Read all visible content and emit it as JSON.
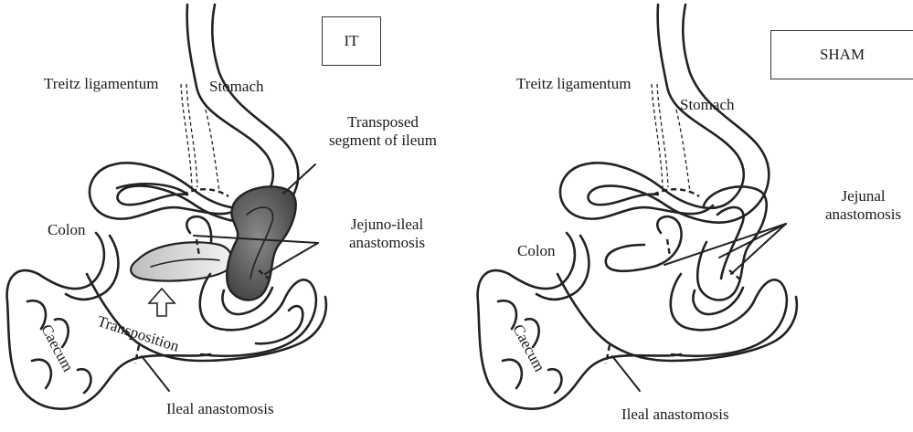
{
  "panels": [
    {
      "tag": "IT",
      "labels": {
        "treitz": "Treitz ligamentum",
        "stomach": "Stomach",
        "transposed": "Transposed\nsegment of ileum",
        "colon": "Colon",
        "jejuno_ileal": "Jejuno-ileal\nanastomosis",
        "caecum": "Caecum",
        "transposition": "Transposition",
        "ileal": "Ileal anastomosis"
      }
    },
    {
      "tag": "SHAM",
      "labels": {
        "treitz": "Treitz ligamentum",
        "stomach": "Stomach",
        "jejunal": "Jejunal\nanastomosis",
        "colon": "Colon",
        "caecum": "Caecum",
        "ileal": "Ileal anastomosis"
      }
    }
  ],
  "colors": {
    "outline": "#222222",
    "transposed_segment_dark": "#555555",
    "moved_segment_light": "#dddddd"
  }
}
